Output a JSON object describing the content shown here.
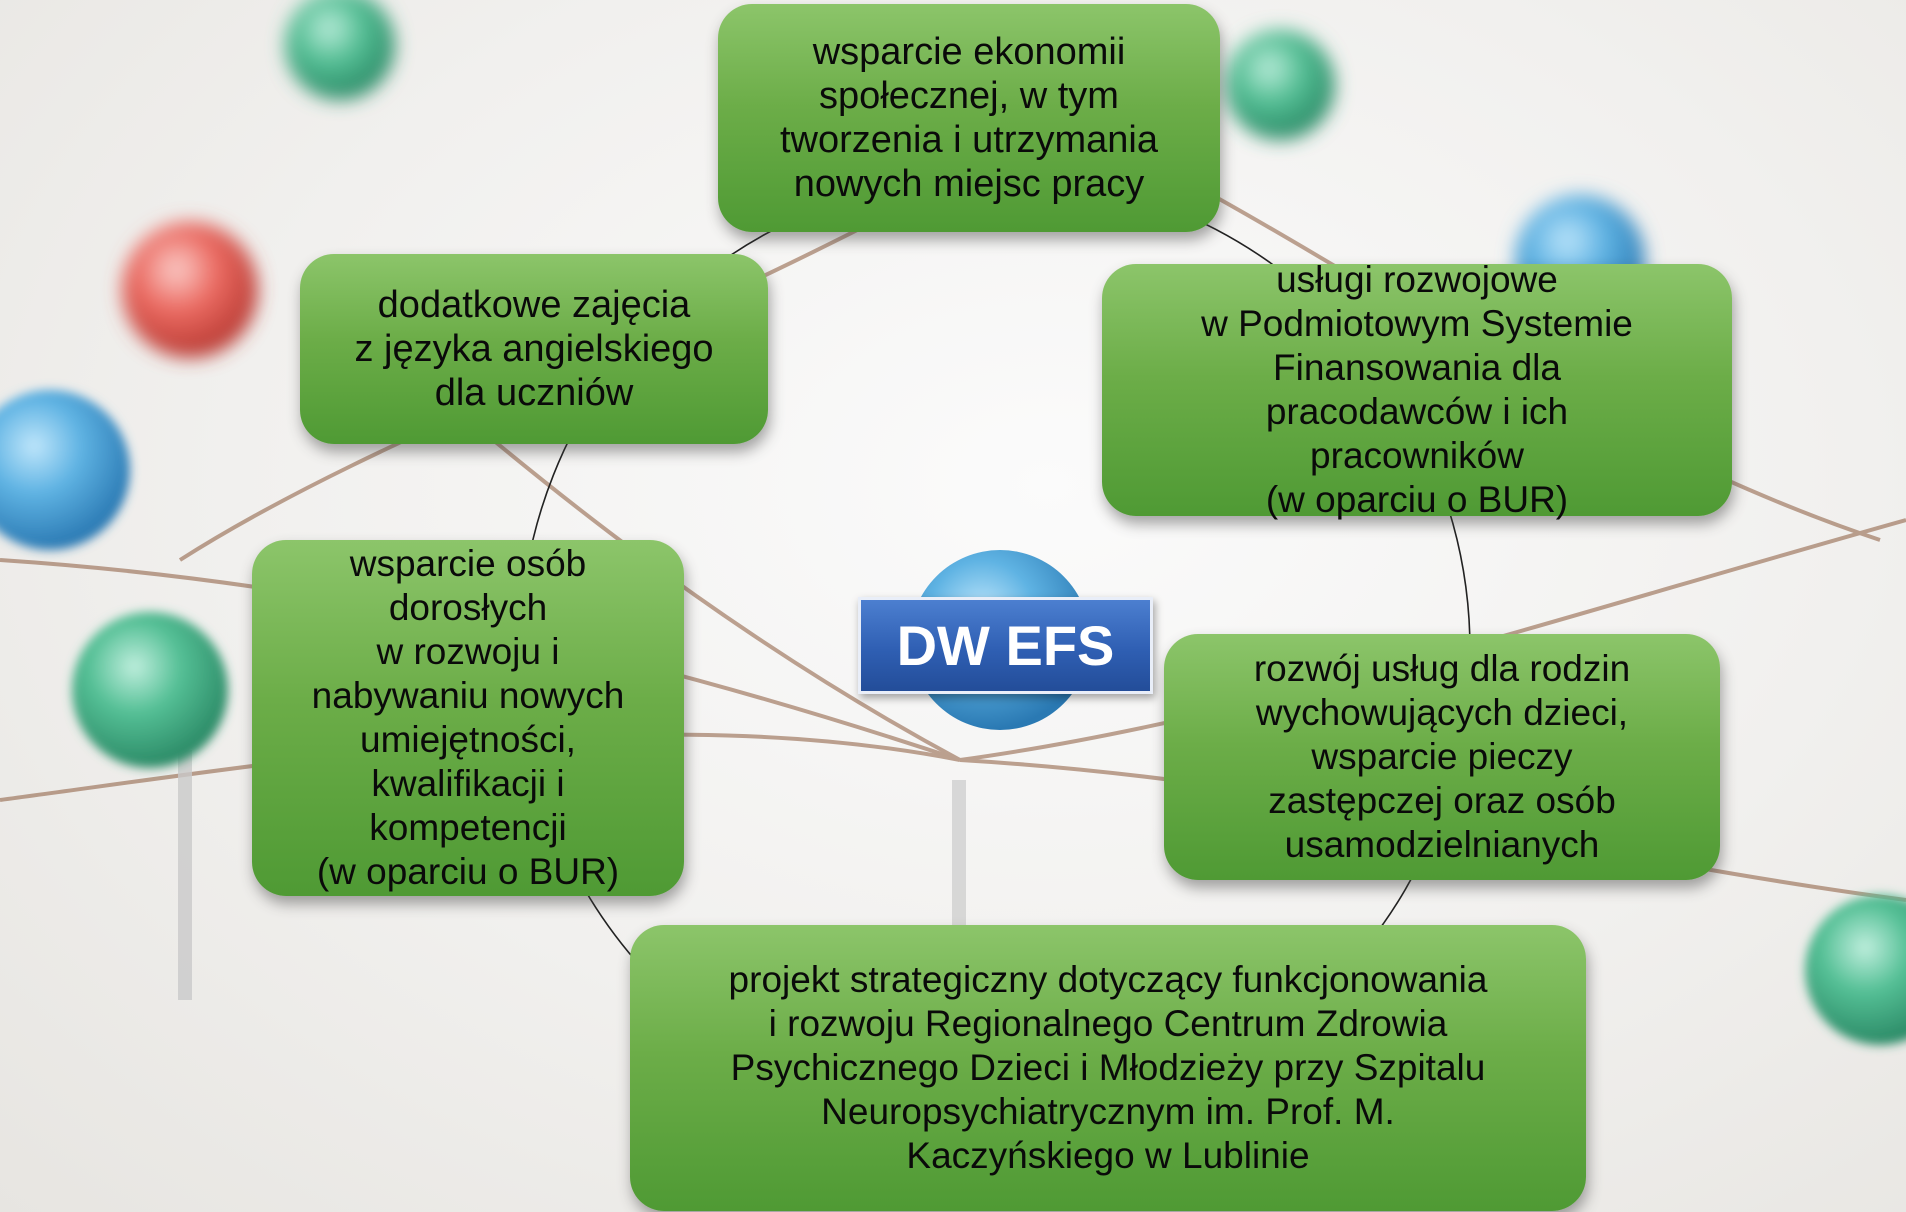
{
  "center": {
    "label": "DW EFS"
  },
  "nodes": [
    {
      "id": "top",
      "text": "wsparcie ekonomii\nspołecznej, w tym\ntworzenia i utrzymania\nnowych miejsc pracy"
    },
    {
      "id": "upper-right",
      "text": "usługi rozwojowe\nw Podmiotowym Systemie\nFinansowania dla\npracodawców i ich\npracowników\n(w oparciu o BUR)"
    },
    {
      "id": "lower-right",
      "text": "rozwój usług dla rodzin\nwychowujących dzieci,\nwsparcie pieczy\nzastępczej oraz osób\nusamodzielnianych"
    },
    {
      "id": "bottom",
      "text": "projekt strategiczny dotyczący funkcjonowania\ni rozwoju Regionalnego Centrum Zdrowia\nPsychicznego Dzieci i Młodzieży przy Szpitalu\nNeuropsychiatrycznym im. Prof. M.\nKaczyńskiego w Lublinie"
    },
    {
      "id": "lower-left",
      "text": "wsparcie osób\ndorosłych\nw rozwoju i\nnabywaniu nowych\numiejętności,\nkwalifikacji i\nkompetencji\n(w oparciu o BUR)"
    },
    {
      "id": "upper-left",
      "text": "dodatkowe zajęcia\nz języka angielskiego\ndla uczniów"
    }
  ],
  "colors": {
    "node_fill": "#6cad48",
    "center_fill": "#2f5fb3",
    "pin_blue": "#4aa3d8",
    "pin_green": "#3fae86",
    "pin_red": "#e8564f",
    "string": "#8b5a3c"
  }
}
